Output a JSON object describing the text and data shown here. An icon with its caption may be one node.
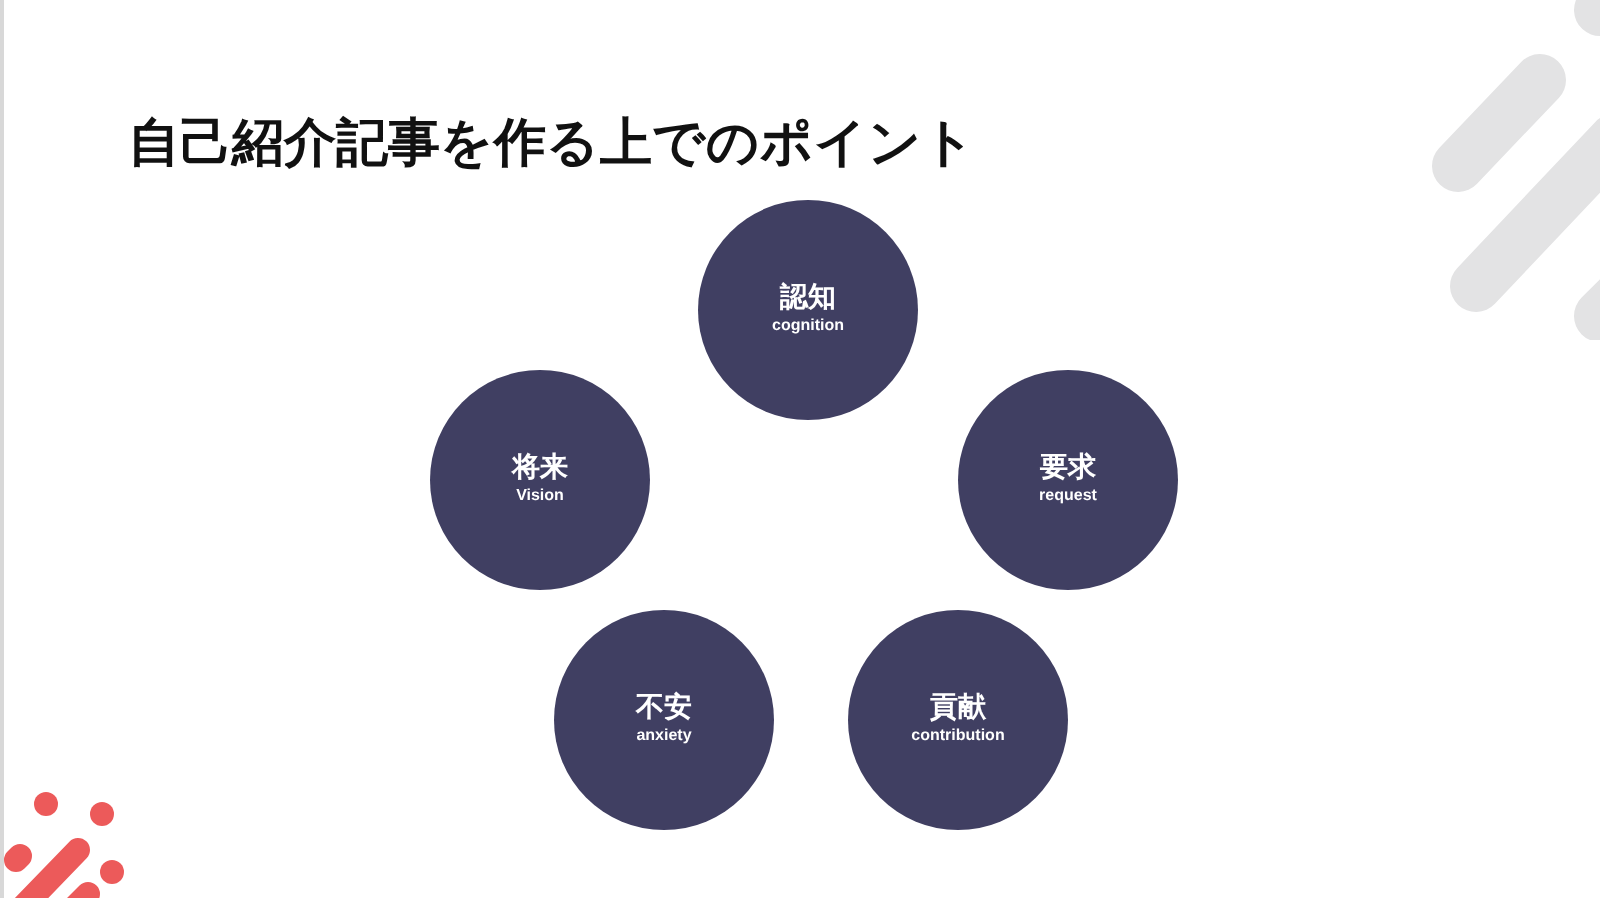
{
  "diagram": {
    "title": "自己紹介記事を作る上でのポイント",
    "nodes": [
      {
        "text": [
          "認知",
          "cognition"
        ]
      },
      {
        "text": [
          "要求",
          "request"
        ]
      },
      {
        "text": [
          "貢献",
          "contribution"
        ]
      },
      {
        "text": [
          "不安",
          "anxiety"
        ]
      },
      {
        "text": [
          "将来",
          "Vision"
        ]
      }
    ]
  }
}
